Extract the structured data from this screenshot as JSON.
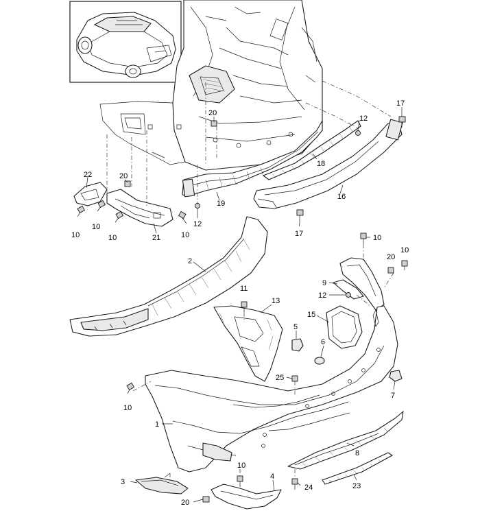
{
  "diagram": {
    "callouts": {
      "c1": "1",
      "c2": "2",
      "c3": "3",
      "c4": "4",
      "c5": "5",
      "c6": "6",
      "c7": "7",
      "c8": "8",
      "c9": "9",
      "c10a": "10",
      "c10b": "10",
      "c10c": "10",
      "c10d": "10",
      "c10e": "10",
      "c10f": "10",
      "c11": "11",
      "c12a": "12",
      "c12b": "12",
      "c12c": "12",
      "c13": "13",
      "c15": "15",
      "c16": "16",
      "c17a": "17",
      "c17b": "17",
      "c18": "18",
      "c19": "19",
      "c20a": "20",
      "c20b": "20",
      "c20c": "20",
      "c20d": "20",
      "c21": "21",
      "c22": "22",
      "c23": "23",
      "c24": "24",
      "c25": "25"
    }
  }
}
